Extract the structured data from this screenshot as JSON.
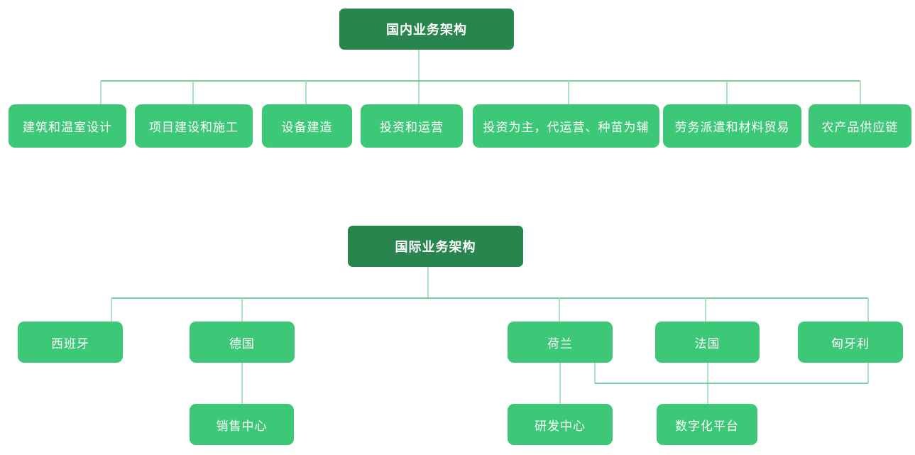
{
  "colors": {
    "root_fill": "#28854E",
    "node_fill": "#3CC876",
    "line_vertical": "#A9E2C4",
    "line_horizontal": "#48C17D",
    "node_text": "#FFFFFF"
  },
  "charts": [
    {
      "name": "domestic-business-structure",
      "root": {
        "label": "国内业务架构"
      },
      "children": [
        {
          "label": "建筑和温室设计"
        },
        {
          "label": "项目建设和施工"
        },
        {
          "label": "设备建造"
        },
        {
          "label": "投资和运营"
        },
        {
          "label": "投资为主，代运营、种苗为辅"
        },
        {
          "label": "劳务派遣和材料贸易"
        },
        {
          "label": "农产品供应链"
        }
      ]
    },
    {
      "name": "international-business-structure",
      "root": {
        "label": "国际业务架构"
      },
      "children": [
        {
          "label": "西班牙"
        },
        {
          "label": "德国",
          "child": {
            "label": "销售中心"
          }
        },
        {
          "label": "荷兰",
          "child": {
            "label": "研发中心"
          }
        },
        {
          "label": "法国",
          "child": {
            "label": "数字化平台"
          }
        },
        {
          "label": "匈牙利"
        }
      ]
    }
  ]
}
